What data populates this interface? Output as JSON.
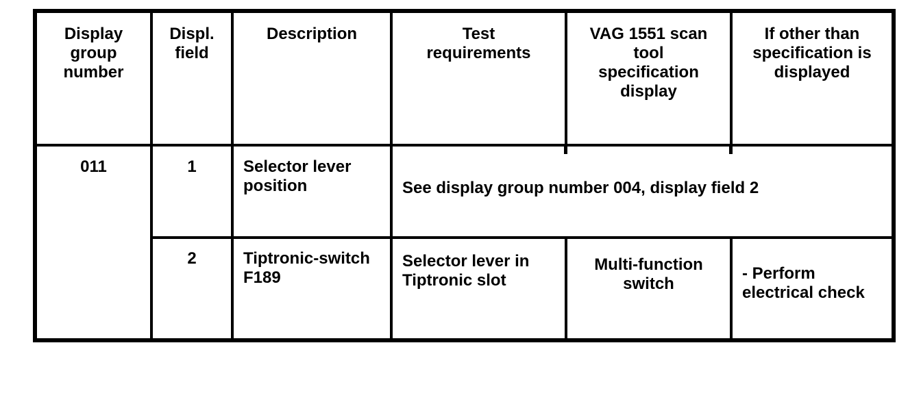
{
  "colors": {
    "ink": "#000000",
    "paper": "#ffffff"
  },
  "table": {
    "headers": [
      "Display\ngroup\nnumber",
      "Displ.\nfield",
      "Description",
      "Test\nrequirements",
      "VAG 1551 scan\ntool\nspecification\ndisplay",
      "If other than\nspecification is\ndisplayed"
    ],
    "group_number": "011",
    "rows": [
      {
        "field": "1",
        "description": "Selector lever\nposition",
        "note": "See display group number 004, display field 2"
      },
      {
        "field": "2",
        "description": "Tiptronic-switch\nF189",
        "test_requirements": "Selector lever in\nTiptronic slot",
        "specification_display": "Multi-function\nswitch",
        "if_other": "- Perform\nelectrical check"
      }
    ]
  }
}
